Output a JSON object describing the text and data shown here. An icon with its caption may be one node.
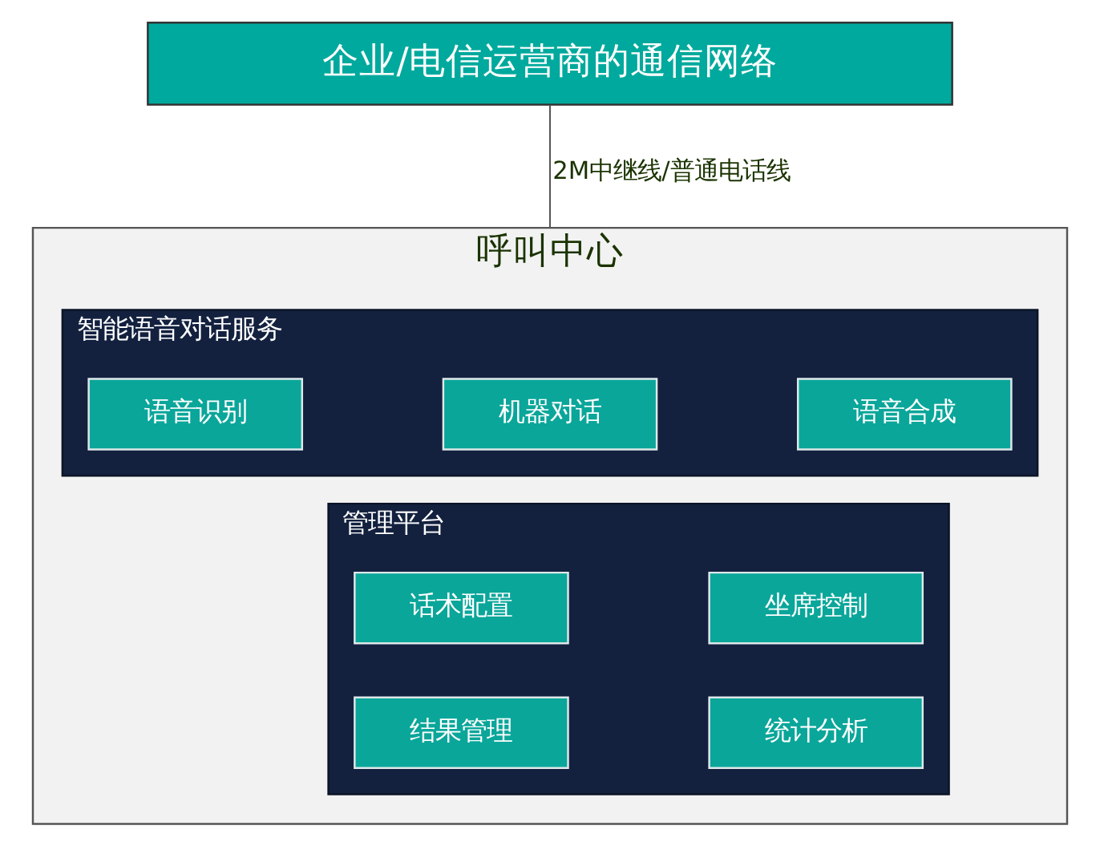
{
  "diagram": {
    "nodes": [
      {
        "text": [
          "企业/电信运营商的通信网络"
        ]
      },
      {
        "text": [
          "呼叫中心"
        ]
      },
      {
        "text": [
          "智能语音对话服务"
        ],
        "in": 1
      },
      {
        "text": [
          "语音识别"
        ],
        "in": 2
      },
      {
        "text": [
          "机器对话"
        ],
        "in": 2
      },
      {
        "text": [
          "语音合成"
        ],
        "in": 2
      },
      {
        "text": [
          "管理平台"
        ],
        "in": 1
      },
      {
        "text": [
          "话术配置"
        ],
        "in": 6
      },
      {
        "text": [
          "坐席控制"
        ],
        "in": 6
      },
      {
        "text": [
          "结果管理"
        ],
        "in": 6
      },
      {
        "text": [
          "统计分析"
        ],
        "in": 6
      }
    ],
    "edges": [
      {
        "from": 0,
        "to": 1,
        "arrow": "none",
        "label": "2M中继线/普通电话线"
      }
    ]
  }
}
